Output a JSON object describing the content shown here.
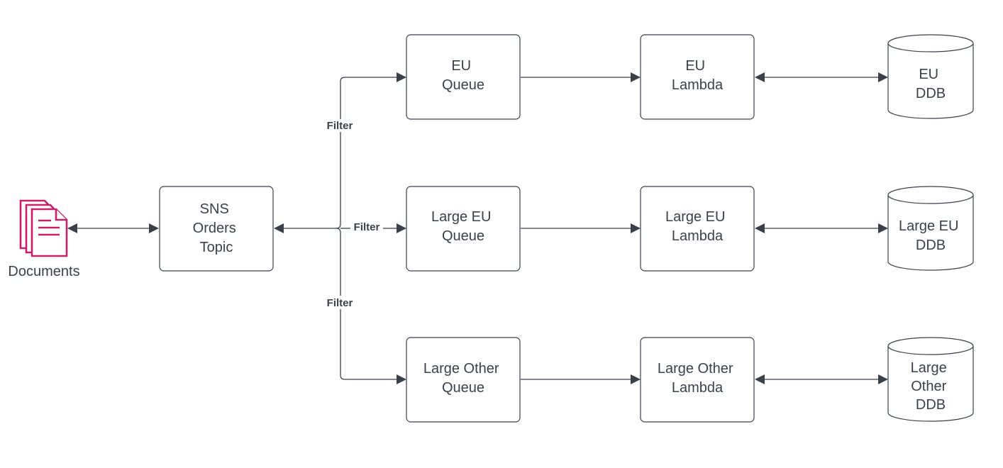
{
  "colors": {
    "stroke": "#3a414a",
    "document_icon": "#c7206b",
    "background": "#ffffff"
  },
  "source": {
    "icon": "documents-icon",
    "label": "Documents"
  },
  "topic": {
    "lines": [
      "SNS",
      "Orders",
      "Topic"
    ]
  },
  "filters": [
    "Filter",
    "Filter",
    "Filter"
  ],
  "queues": [
    {
      "lines": [
        "EU",
        "Queue"
      ]
    },
    {
      "lines": [
        "Large EU",
        "Queue"
      ]
    },
    {
      "lines": [
        "Large Other",
        "Queue"
      ]
    }
  ],
  "lambdas": [
    {
      "lines": [
        "EU",
        "Lambda"
      ]
    },
    {
      "lines": [
        "Large EU",
        "Lambda"
      ]
    },
    {
      "lines": [
        "Large Other",
        "Lambda"
      ]
    }
  ],
  "tables": [
    {
      "lines": [
        "EU",
        "DDB"
      ]
    },
    {
      "lines": [
        "Large EU",
        "DDB"
      ]
    },
    {
      "lines": [
        "Large",
        "Other",
        "DDB"
      ]
    }
  ]
}
